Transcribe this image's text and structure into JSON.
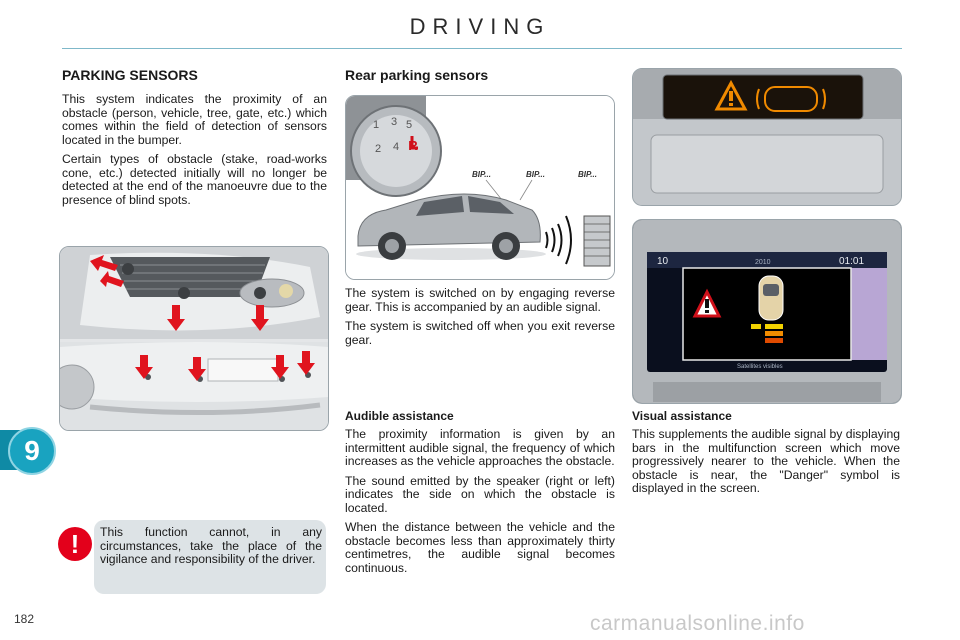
{
  "header": {
    "title": "DRIVING"
  },
  "chapter": {
    "number": "9"
  },
  "page_number": "182",
  "left": {
    "heading": "PARKING SENSORS",
    "paragraphs": [
      "This system indicates the proximity of an obstacle (person, vehicle, tree, gate, etc.) which comes within the field of detection of sensors located in the bumper.",
      "Certain types of obstacle (stake, road-works cone, etc.) detected initially will no longer be detected at the end of the manoeuvre due to the presence of blind spots."
    ]
  },
  "warning": {
    "icon": "exclamation-icon",
    "text": "This function cannot, in any circumstances, take the place of the vigilance and responsibility of the driver."
  },
  "middle": {
    "heading": "Rear parking sensors",
    "paragraphs": [
      "The system is switched on by engaging reverse gear. This is accompanied by an audible signal.",
      "The system is switched off when you exit reverse gear."
    ],
    "illustration": {
      "beep_labels": [
        "BIP...",
        "BIP...",
        "BIP..."
      ],
      "gear_labels": [
        "1",
        "3",
        "5",
        "2",
        "4",
        "R"
      ]
    },
    "audible": {
      "heading": "Audible assistance",
      "paragraphs": [
        "The proximity information is given by an intermittent audible signal, the frequency of which increases as the vehicle approaches the obstacle.",
        "The sound emitted by the speaker (right or left) indicates the side on which the obstacle is located.",
        "When the distance between the vehicle and the obstacle becomes less than approximately thirty centimetres, the audible signal becomes continuous."
      ]
    }
  },
  "right": {
    "visual": {
      "heading": "Visual assistance",
      "paragraph": "This supplements the audible signal by displaying bars in the multifunction screen which move progressively nearer to the vehicle. When the obstacle is near, the \"Danger\" symbol is displayed in the screen."
    },
    "screen": {
      "left_readout": "10",
      "center_readout": "2010",
      "right_readout": "01:01",
      "bottom_readout": "Satellites visibles"
    }
  },
  "watermark": "carmanualsonline.info",
  "colors": {
    "accent": "#19a3c0",
    "warning_red": "#e3001b",
    "arrow_red": "#e0141e",
    "display_amber": "#f08a00"
  }
}
